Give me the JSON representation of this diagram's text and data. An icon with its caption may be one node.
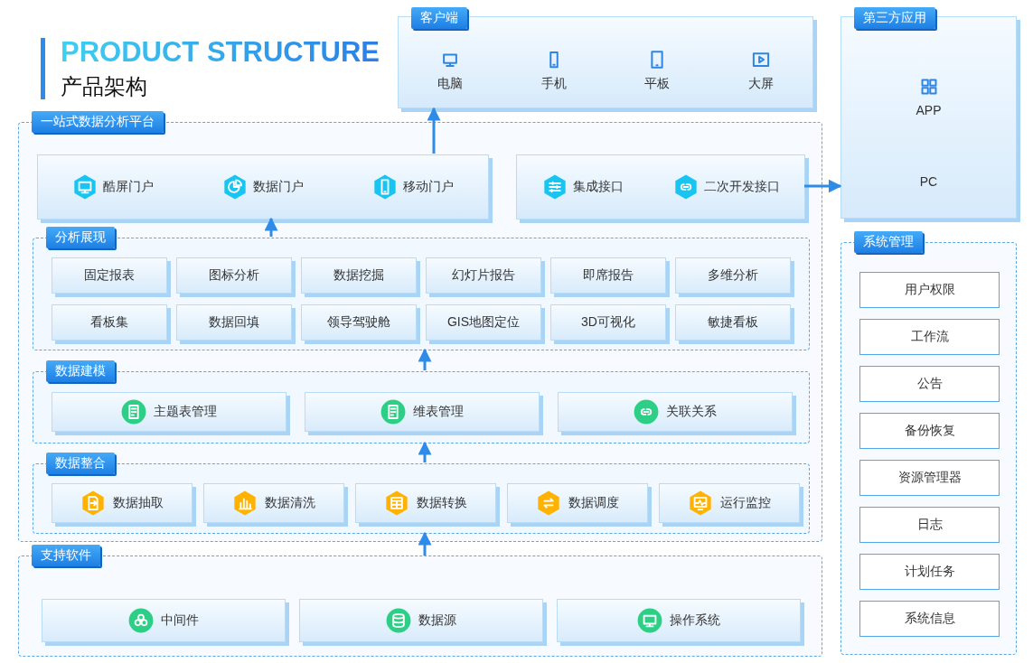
{
  "diagram": {
    "title": "PRODUCT STRUCTURE",
    "nodes": [
      {
        "text": [
          "支持软件"
        ]
      },
      {
        "text": [
          "中间件"
        ],
        "in": 0
      },
      {
        "text": [
          "数据源"
        ],
        "in": 0
      },
      {
        "text": [
          "操作系统"
        ],
        "in": 0
      },
      {
        "text": [
          "一站式数据分析平台"
        ]
      },
      {
        "text": [
          "数据整合"
        ],
        "in": 4
      },
      {
        "text": [
          "数据抽取"
        ],
        "in": 5
      },
      {
        "text": [
          "数据清洗"
        ],
        "in": 5
      },
      {
        "text": [
          "数据转换"
        ],
        "in": 5
      },
      {
        "text": [
          "数据调度"
        ],
        "in": 5
      },
      {
        "text": [
          "运行监控"
        ],
        "in": 5
      },
      {
        "text": [
          "数据建模"
        ],
        "in": 4
      },
      {
        "text": [
          "主题表管理"
        ],
        "in": 11
      },
      {
        "text": [
          "维表管理"
        ],
        "in": 11
      },
      {
        "text": [
          "关联关系"
        ],
        "in": 11
      },
      {
        "text": [
          "分析展现"
        ],
        "in": 4
      },
      {
        "text": [
          "固定报表"
        ],
        "in": 15
      },
      {
        "text": [
          "图标分析"
        ],
        "in": 15
      },
      {
        "text": [
          "数据挖掘"
        ],
        "in": 15
      },
      {
        "text": [
          "幻灯片报告"
        ],
        "in": 15
      },
      {
        "text": [
          "即席报告"
        ],
        "in": 15
      },
      {
        "text": [
          "多维分析"
        ],
        "in": 15
      },
      {
        "text": [
          "看板集"
        ],
        "in": 15
      },
      {
        "text": [
          "数据回填"
        ],
        "in": 15
      },
      {
        "text": [
          "领导驾驶舱"
        ],
        "in": 15
      },
      {
        "text": [
          "GIS地图定位"
        ],
        "in": 15
      },
      {
        "text": [
          "3D可视化"
        ],
        "in": 15
      },
      {
        "text": [
          "敏捷看板"
        ],
        "in": 15
      },
      {
        "text": [
          "酷屏门户",
          "数据门户",
          "移动门户"
        ],
        "in": 4
      },
      {
        "text": [
          "集成接口",
          "二次开发接口"
        ],
        "in": 4
      },
      {
        "text": [
          "客户端",
          "电脑",
          "手机",
          "平板",
          "大屏"
        ]
      },
      {
        "text": [
          "第三方应用",
          "APP",
          "PC"
        ]
      },
      {
        "text": [
          "系统管理"
        ]
      },
      {
        "text": [
          "用户权限"
        ],
        "in": 32
      },
      {
        "text": [
          "工作流"
        ],
        "in": 32
      },
      {
        "text": [
          "公告"
        ],
        "in": 32
      },
      {
        "text": [
          "备份恢复"
        ],
        "in": 32
      },
      {
        "text": [
          "资源管理器"
        ],
        "in": 32
      },
      {
        "text": [
          "日志"
        ],
        "in": 32
      },
      {
        "text": [
          "计划任务"
        ],
        "in": 32
      },
      {
        "text": [
          "系统信息"
        ],
        "in": 32
      }
    ],
    "edges": [
      {
        "from": 0,
        "to": 5,
        "arrow": "to"
      },
      {
        "from": 5,
        "to": 11,
        "arrow": "to"
      },
      {
        "from": 11,
        "to": 15,
        "arrow": "to"
      },
      {
        "from": 15,
        "to": 28,
        "arrow": "to"
      },
      {
        "from": 28,
        "to": 30,
        "arrow": "to"
      },
      {
        "from": 29,
        "to": 31,
        "arrow": "to"
      }
    ],
    "labels": [
      "产品架构"
    ]
  }
}
